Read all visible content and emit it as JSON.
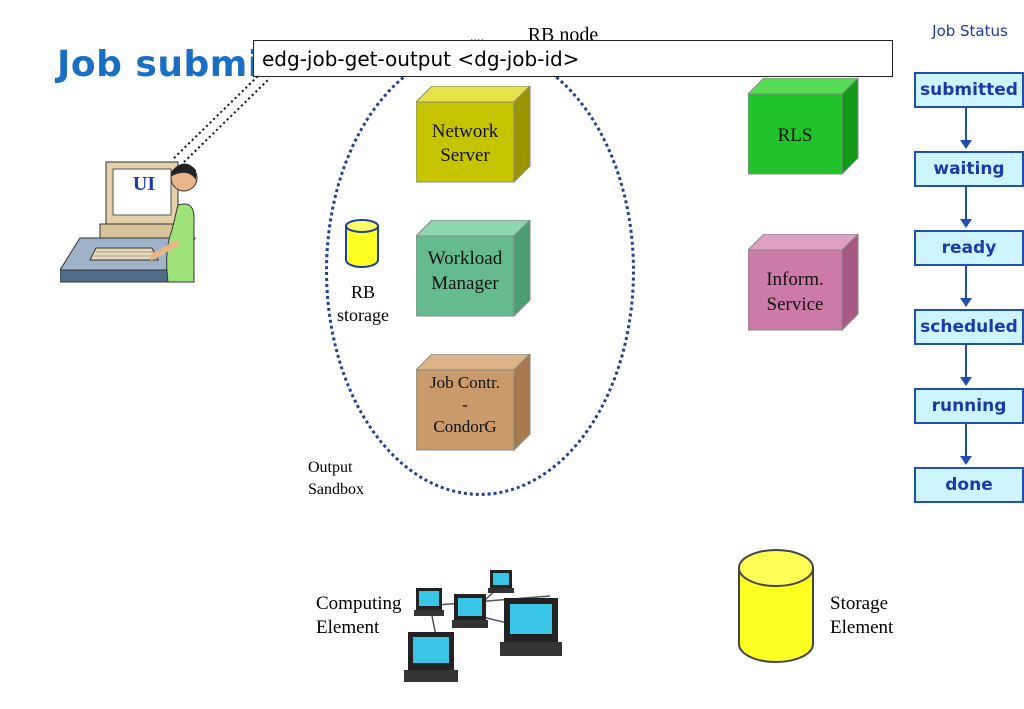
{
  "title": "Job submission",
  "command": "edg-job-get-output <dg-job-id>",
  "rb_node_label": "RB node",
  "ui_label": "UI",
  "network_server": [
    "Network",
    "Server"
  ],
  "workload_manager": [
    "Workload",
    "Manager"
  ],
  "job_controller": [
    "Job Contr.",
    "-",
    "CondorG"
  ],
  "rb_storage": [
    "RB",
    "storage"
  ],
  "output_sandbox": [
    "Output",
    "Sandbox"
  ],
  "rls": "RLS",
  "inform_service": [
    "Inform.",
    "Service"
  ],
  "computing_element": [
    "Computing",
    "Element"
  ],
  "storage_element": [
    "Storage",
    "Element"
  ],
  "job_status": {
    "heading": "Job Status",
    "states": [
      "submitted",
      "waiting",
      "ready",
      "scheduled",
      "running",
      "done"
    ]
  },
  "colors": {
    "title": "#1a6fc4",
    "network_server": "#c8c400",
    "workload_manager": "#66bb8e",
    "job_controller": "#c89a6c",
    "rls": "#22c22a",
    "inform_service": "#cc7aa8",
    "storage_yellow": "#ffff22",
    "status_fill": "#ccf5ff",
    "status_border": "#1f4fb0"
  }
}
